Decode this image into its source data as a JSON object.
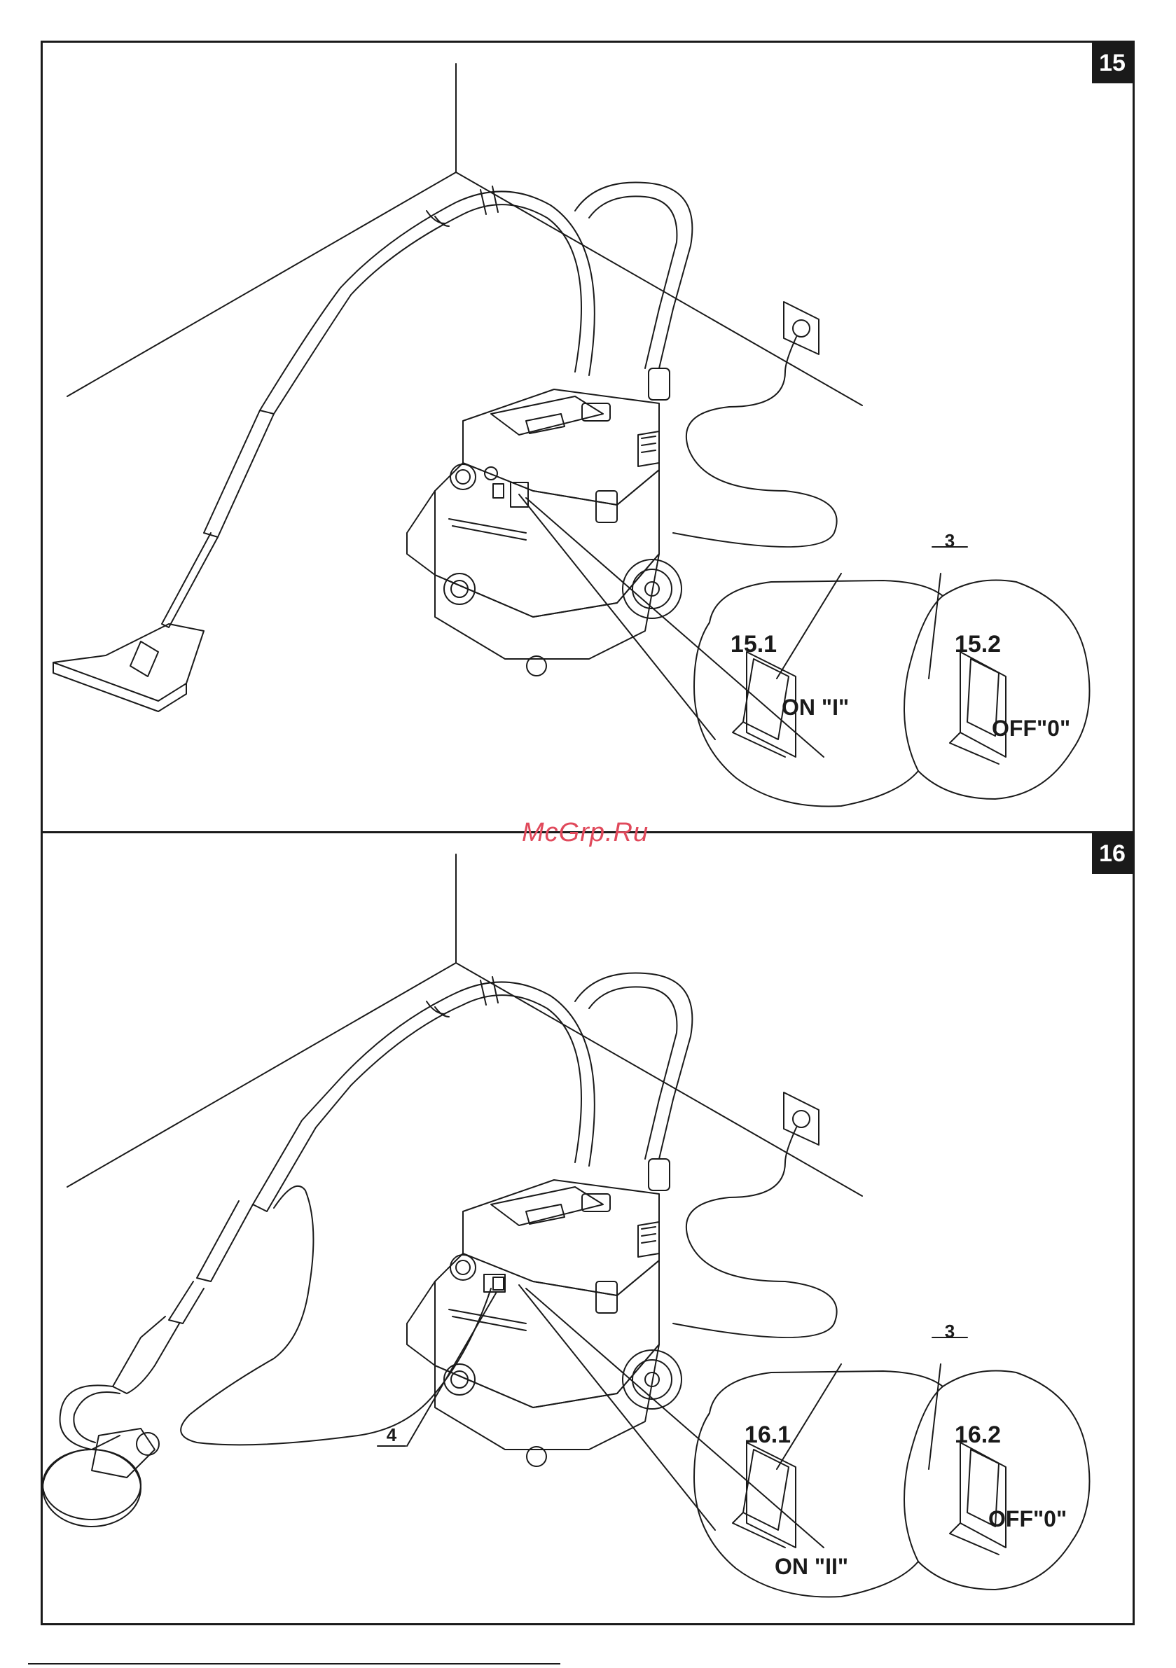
{
  "watermark": "McGrp.Ru",
  "fig15": {
    "number": "15",
    "ref_label": "3",
    "left_inset": {
      "label": "15.1",
      "state": "ON \"I\""
    },
    "right_inset": {
      "label": "15.2",
      "state": "OFF\"0\""
    }
  },
  "fig16": {
    "number": "16",
    "ref_label": "3",
    "tool_label": "4",
    "left_inset": {
      "label": "16.1",
      "state": "ON \"II\""
    },
    "right_inset": {
      "label": "16.2",
      "state": "OFF\"0\""
    }
  }
}
